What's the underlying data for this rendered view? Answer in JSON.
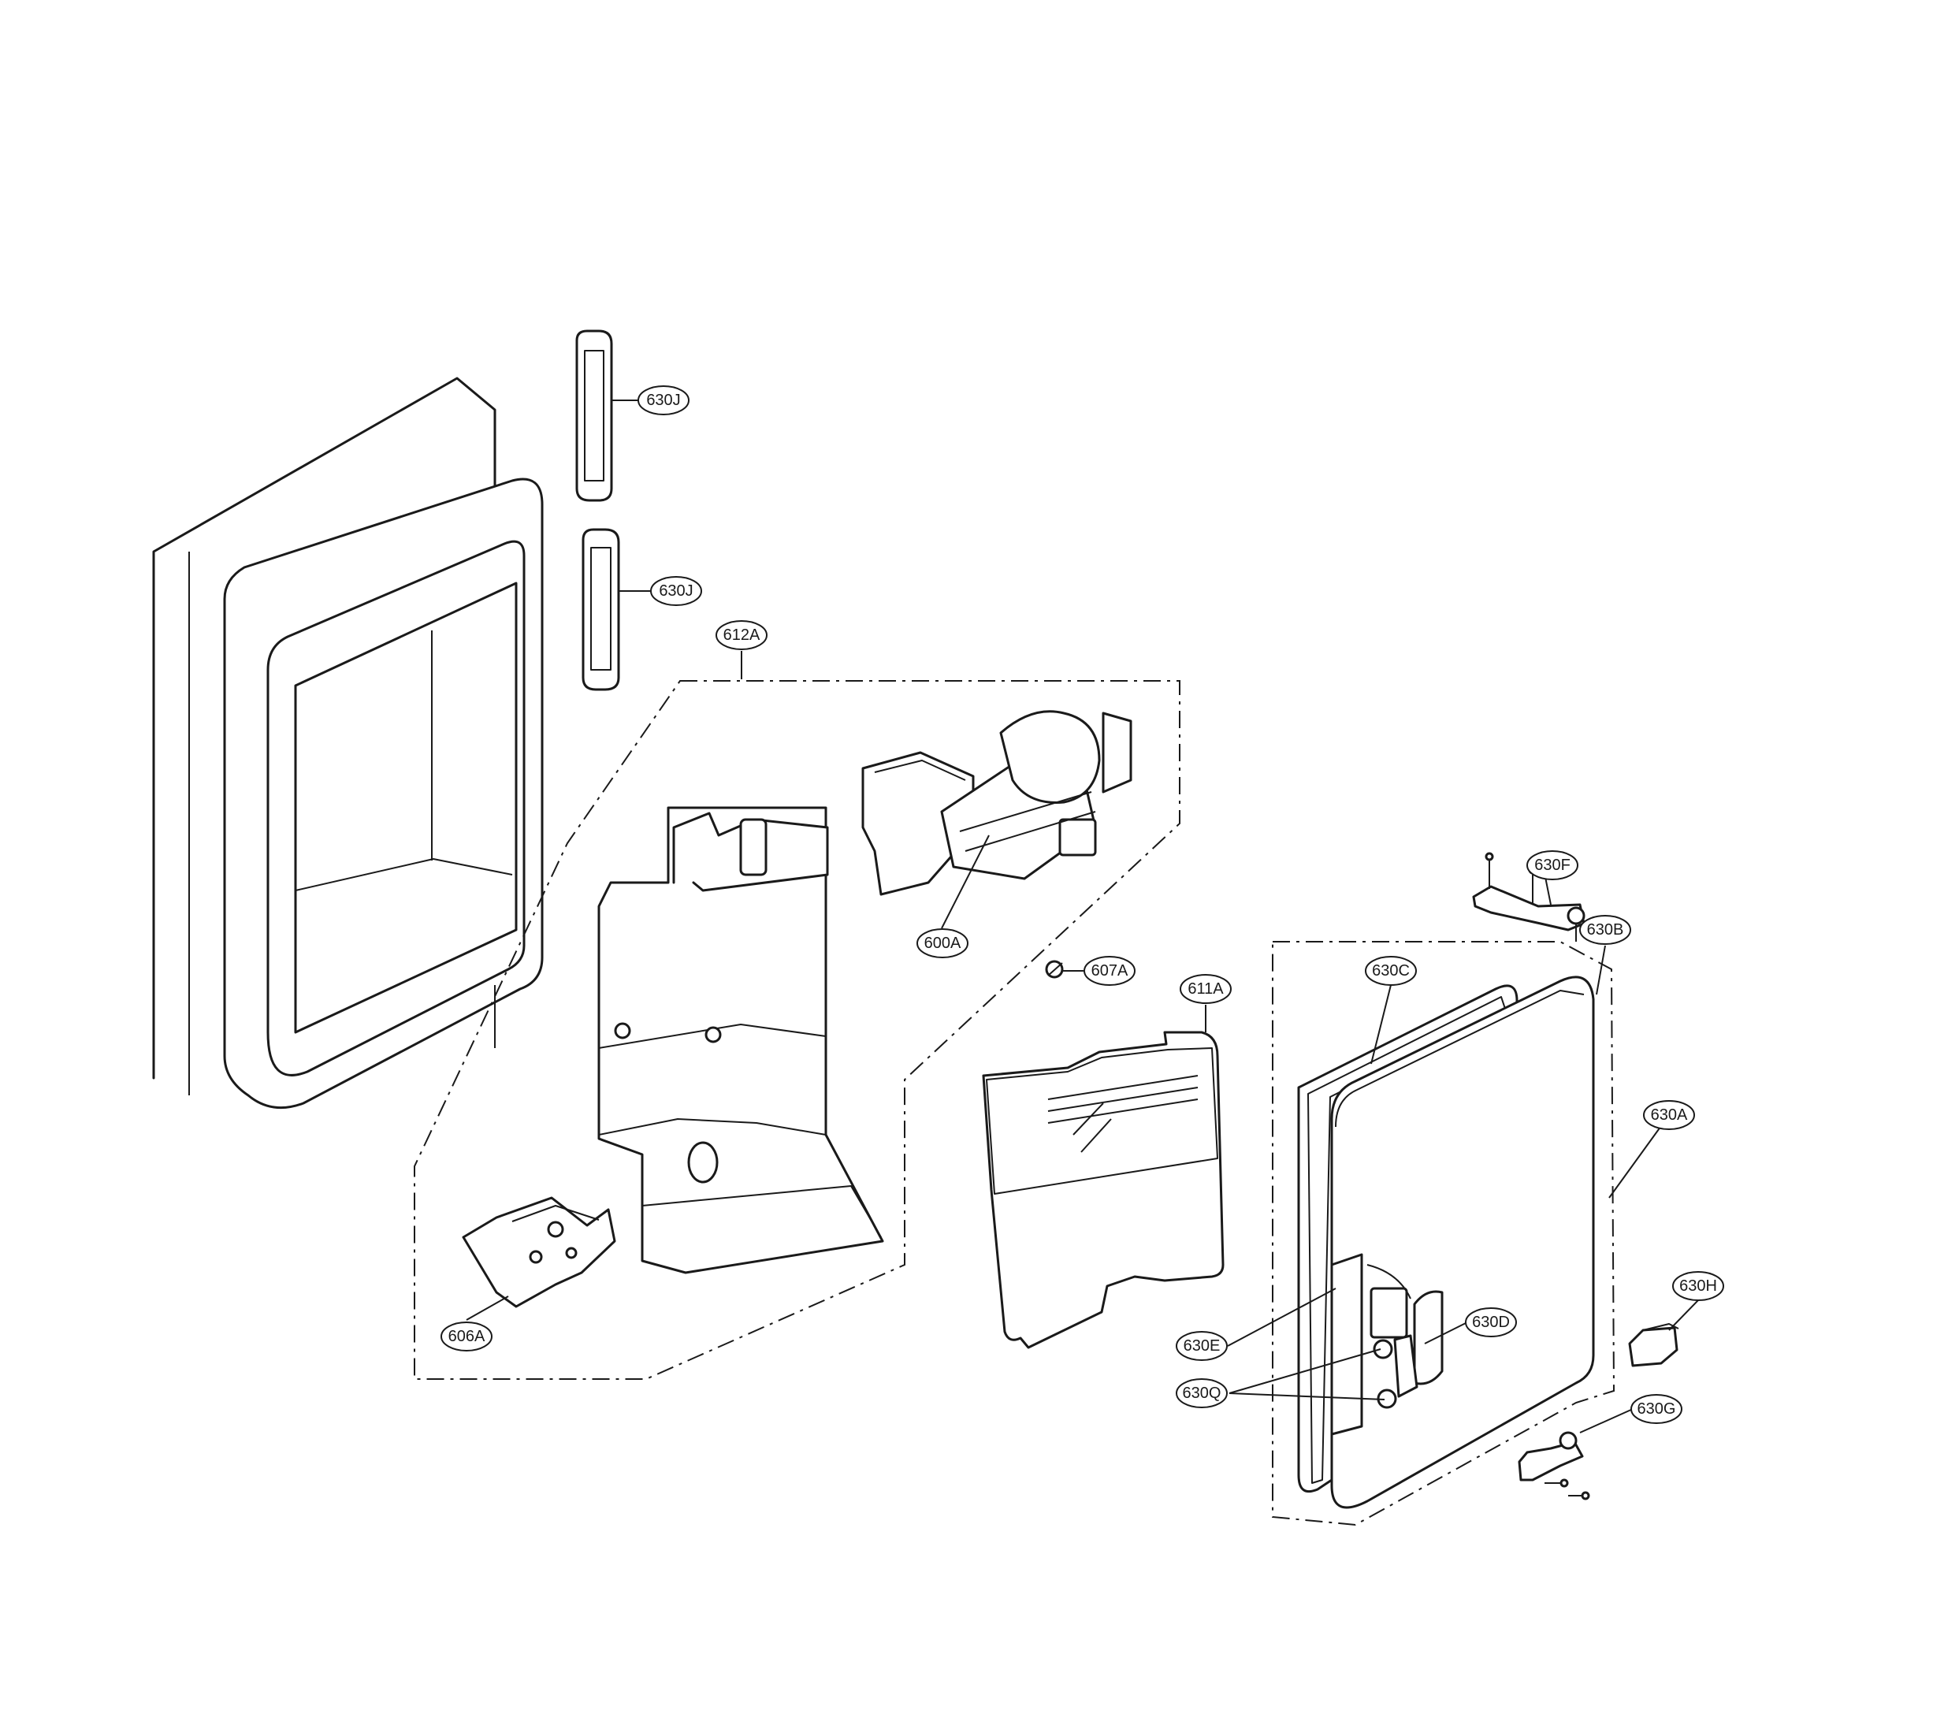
{
  "diagram": {
    "callouts": [
      {
        "id": "630J_a",
        "label": "630J"
      },
      {
        "id": "630J_b",
        "label": "630J"
      },
      {
        "id": "612A",
        "label": "612A"
      },
      {
        "id": "600A",
        "label": "600A"
      },
      {
        "id": "607A",
        "label": "607A"
      },
      {
        "id": "611A",
        "label": "611A"
      },
      {
        "id": "606A",
        "label": "606A"
      },
      {
        "id": "630F",
        "label": "630F"
      },
      {
        "id": "630B",
        "label": "630B"
      },
      {
        "id": "630C",
        "label": "630C"
      },
      {
        "id": "630A",
        "label": "630A"
      },
      {
        "id": "630H",
        "label": "630H"
      },
      {
        "id": "630D",
        "label": "630D"
      },
      {
        "id": "630E",
        "label": "630E"
      },
      {
        "id": "630Q",
        "label": "630Q"
      },
      {
        "id": "630G",
        "label": "630G"
      }
    ]
  }
}
